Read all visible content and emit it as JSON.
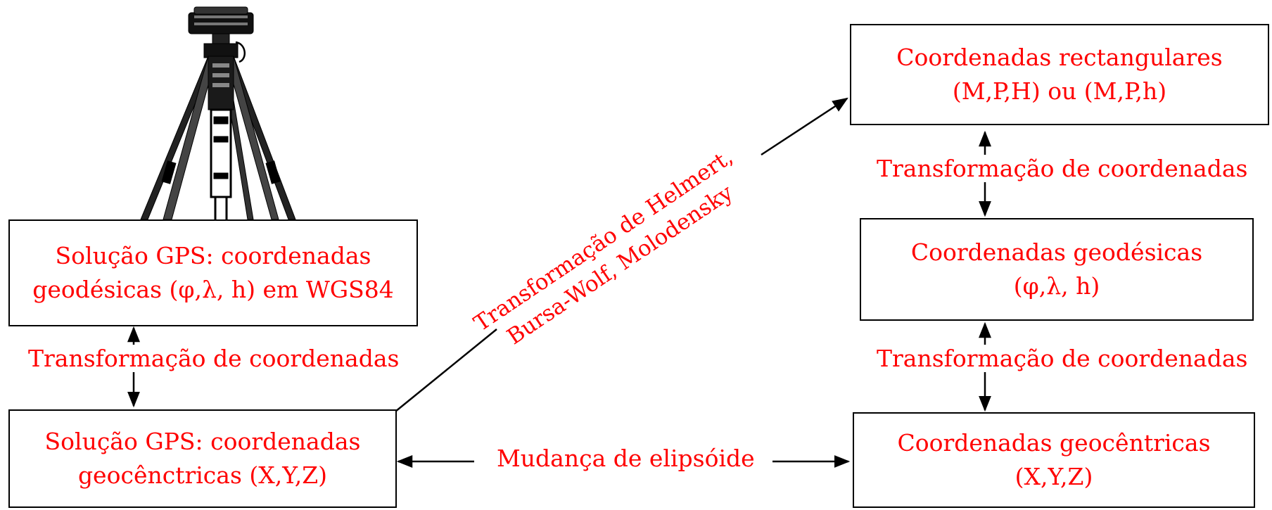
{
  "diagram": {
    "box_gps_geodetic": {
      "line1": "Solução GPS: coordenadas",
      "line2": "geodésicas (φ,λ, h) em WGS84"
    },
    "box_gps_geocentric": {
      "line1": "Solução GPS: coordenadas",
      "line2": "geocênctricas (X,Y,Z)"
    },
    "box_rectangular": {
      "line1": "Coordenadas rectangulares",
      "line2": "(M,P,H) ou (M,P,h)"
    },
    "box_geodetic": {
      "line1": "Coordenadas geodésicas",
      "line2": "(φ,λ, h)"
    },
    "box_geocentric": {
      "line1": "Coordenadas geocêntricas",
      "line2": "(X,Y,Z)"
    },
    "label_left_transform": "Transformação de coordenadas",
    "label_right_upper_transform": "Transformação de coordenadas",
    "label_right_lower_transform": "Transformação de coordenadas",
    "label_ellipsoid_change": "Mudança de elipsóide",
    "label_diagonal_line1": "Transformação de Helmert,",
    "label_diagonal_line2": "Bursa-Wolf, Molodensky"
  },
  "colors": {
    "text": "#ff0000",
    "lines": "#000000"
  },
  "icons": [
    "gps-tripod-icon"
  ]
}
